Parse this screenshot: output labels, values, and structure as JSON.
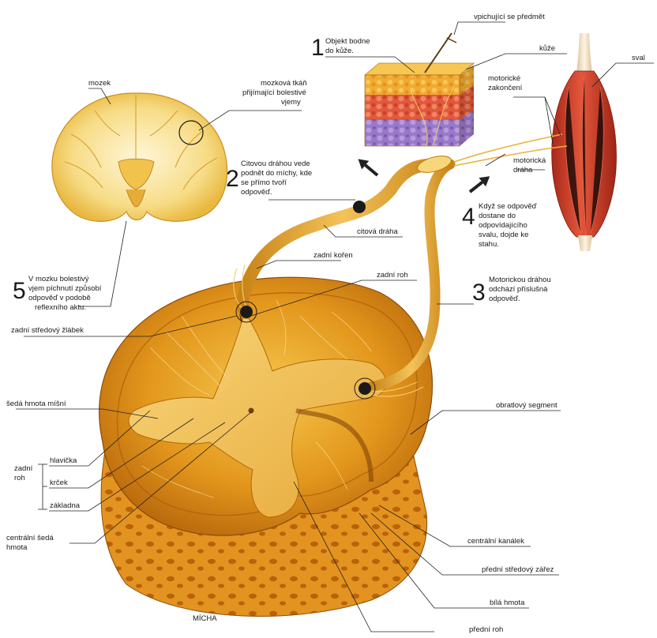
{
  "labels": {
    "vpichujici": "vpichující se předmět",
    "kuze": "kůže",
    "sval": "sval",
    "motoricke_zakonceni_1": "motorické",
    "motoricke_zakonceni_2": "zakončení",
    "motoricka_draha_1": "motorická",
    "motoricka_draha_2": "dráha",
    "mozek": "mozek",
    "mozkova_tkan_1": "mozková tkáň",
    "mozkova_tkan_2": "přijímající bolestivé",
    "mozkova_tkan_3": "vjemy",
    "citova_draha": "citová dráha",
    "zadni_koren": "zadní kořen",
    "zadni_roh": "zadní roh",
    "zadni_stredovy_zlabek": "zadní středový žlábek",
    "seda_hmota_misni": "šedá hmota míšní",
    "obratlovy_segment": "obratlový segment",
    "zadni_roh_group_1": "zadní",
    "zadni_roh_group_2": "roh",
    "hlavicka": "hlavička",
    "krcek": "krček",
    "zakladna": "základna",
    "centralni_seda_1": "centrální šedá",
    "centralni_seda_2": "hmota",
    "centralni_kanalek": "centrální kanálek",
    "predni_stredovy_zarez": "přední středový zářez",
    "bila_hmota": "bílá hmota",
    "predni_roh": "přední roh",
    "micha": "MÍCHA"
  },
  "steps": [
    {
      "num": "1",
      "lines": [
        "Objekt bodne",
        "do kůže."
      ]
    },
    {
      "num": "2",
      "lines": [
        "Citovou dráhou vede",
        "podnět do míchy, kde",
        "se přímo tvoří",
        "odpověď."
      ]
    },
    {
      "num": "3",
      "lines": [
        "Motorickou dráhou",
        "odchází příslušná",
        "odpověď."
      ]
    },
    {
      "num": "4",
      "lines": [
        "Když se odpověď",
        "dostane do",
        "odpovídajícího",
        "svalu, dojde ke",
        "stahu."
      ]
    },
    {
      "num": "5",
      "lines": [
        "V mozku bolestivý",
        "vjem píchnutí způsobí",
        "odpověď v podobě",
        "reflexního aktu."
      ]
    }
  ],
  "colors": {
    "cord_orange": "#e89a1a",
    "cord_light": "#f5c542",
    "nerve_gold": "#e7b23a",
    "muscle_red": "#d8432a",
    "skin_orange": "#f0a93a",
    "skin_red": "#e0573a",
    "skin_purple": "#9b7ac9"
  }
}
